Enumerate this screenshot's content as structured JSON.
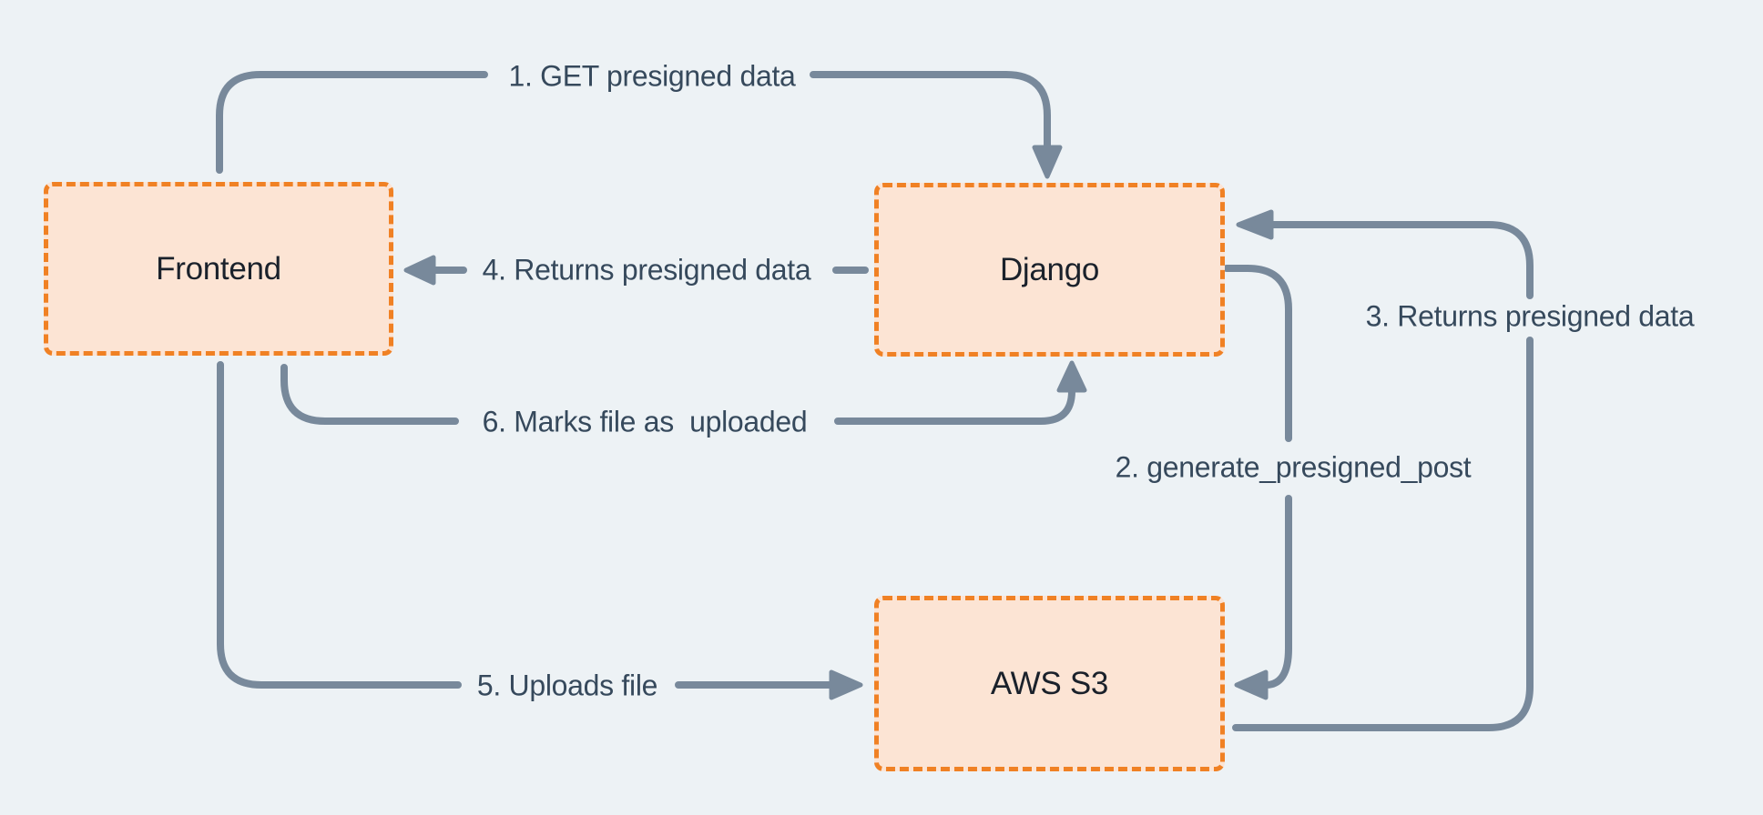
{
  "diagram": {
    "colors": {
      "bg": "#edf2f5",
      "node-fill": "#fce4d4",
      "node-border": "#f08124",
      "arrow": "#78899b",
      "label": "#36495c",
      "node-text": "#1a212b"
    },
    "nodes": [
      {
        "id": "frontend",
        "label": "Frontend"
      },
      {
        "id": "django",
        "label": "Django"
      },
      {
        "id": "aws-s3",
        "label": "AWS S3"
      }
    ],
    "edges": [
      {
        "step": 1,
        "label": "1. GET presigned data",
        "from": "frontend",
        "to": "django"
      },
      {
        "step": 2,
        "label": "2. generate_presigned_post",
        "from": "django",
        "to": "aws-s3"
      },
      {
        "step": 3,
        "label": "3. Returns presigned data",
        "from": "aws-s3",
        "to": "django"
      },
      {
        "step": 4,
        "label": "4. Returns presigned data",
        "from": "django",
        "to": "frontend"
      },
      {
        "step": 5,
        "label": "5. Uploads file",
        "from": "frontend",
        "to": "aws-s3"
      },
      {
        "step": 6,
        "label": "6. Marks file as  uploaded",
        "from": "frontend",
        "to": "django"
      }
    ]
  }
}
